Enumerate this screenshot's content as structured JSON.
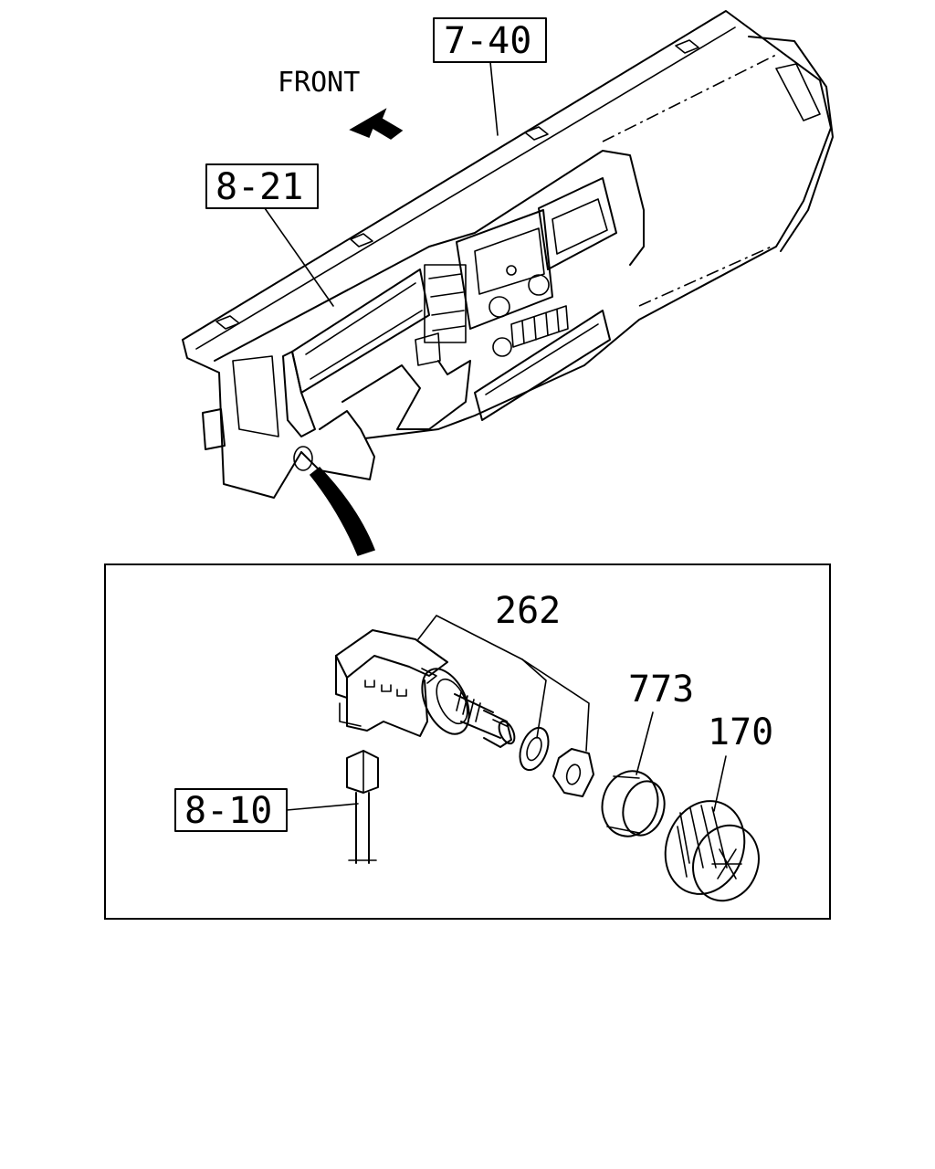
{
  "orientation_label": "FRONT",
  "callouts": {
    "c740": "7-40",
    "c821": "8-21",
    "c810": "8-10",
    "c262": "262",
    "c773": "773",
    "c170": "170"
  },
  "colors": {
    "line": "#000000",
    "background": "#ffffff"
  },
  "icons": [
    "front-arrow-icon",
    "detail-pointer-arrow-icon"
  ]
}
